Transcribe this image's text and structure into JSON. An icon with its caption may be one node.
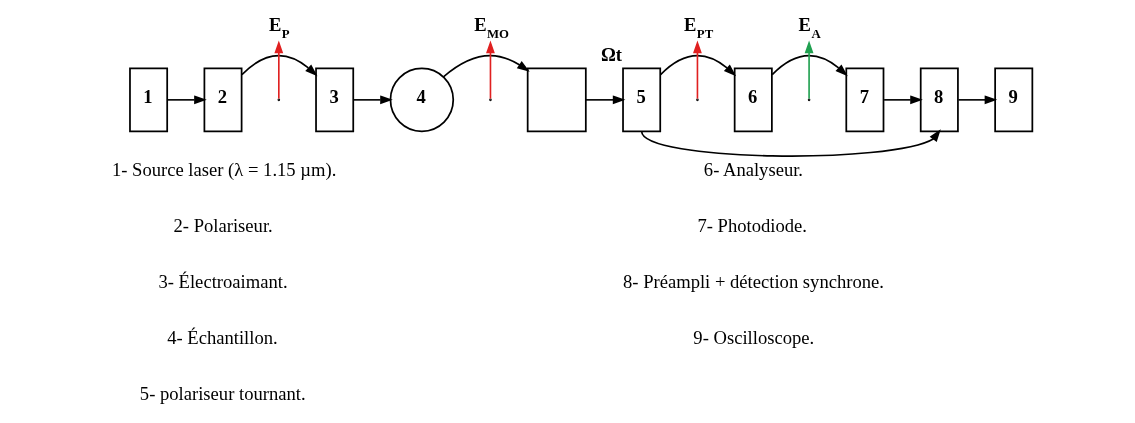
{
  "diagram": {
    "nodes": [
      {
        "text": [
          "1"
        ]
      },
      {
        "text": [
          "2"
        ]
      },
      {
        "text": [
          "3"
        ]
      },
      {
        "text": [
          "4"
        ]
      },
      {
        "text": [],
        "shape": "box"
      },
      {
        "text": [
          "5"
        ],
        "beside": [
          "Ωt"
        ]
      },
      {
        "text": [
          "6"
        ]
      },
      {
        "text": [
          "7"
        ]
      },
      {
        "text": [
          "8"
        ]
      },
      {
        "text": [
          "9"
        ]
      },
      {
        "text": [
          "E$_{P}$"
        ]
      },
      {
        "text": [
          "E$_{MO}$"
        ]
      },
      {
        "text": [
          "E$_{PT}$"
        ]
      },
      {
        "text": [
          "E$_{A}$"
        ]
      }
    ],
    "edges": [
      {
        "from": 0,
        "to": 1,
        "arrow": "to"
      },
      {
        "from": 1,
        "to": 2,
        "arrow": "to"
      },
      {
        "from": 2,
        "to": 3,
        "arrow": "to"
      },
      {
        "from": 3,
        "to": 4,
        "arrow": "to"
      },
      {
        "from": 4,
        "to": 5,
        "arrow": "to"
      },
      {
        "from": 5,
        "to": 6,
        "arrow": "to"
      },
      {
        "from": 6,
        "to": 7,
        "arrow": "to"
      },
      {
        "from": 7,
        "to": 8,
        "arrow": "to"
      },
      {
        "from": 8,
        "to": 9,
        "arrow": "to"
      },
      {
        "from": 5,
        "to": 8,
        "arrow": "to"
      },
      {
        "from": null,
        "to": 10,
        "arrow": "to",
        "color": "#e02020"
      },
      {
        "from": null,
        "to": 11,
        "arrow": "to",
        "color": "#e02020"
      },
      {
        "from": null,
        "to": 12,
        "arrow": "to",
        "color": "#e02020"
      },
      {
        "from": null,
        "to": 13,
        "arrow": "to",
        "color": "#20a050"
      }
    ],
    "labels": [
      "1- Source laser (λ = 1.15 µm).",
      "2- Polariseur.",
      "3- Électroaimant.",
      "4- Échantillon.",
      "5- polariseur tournant.",
      "6- Analyseur.",
      "7- Photodiode.",
      "8- Préampli + détection synchrone.",
      "9- Oscilloscope."
    ]
  }
}
